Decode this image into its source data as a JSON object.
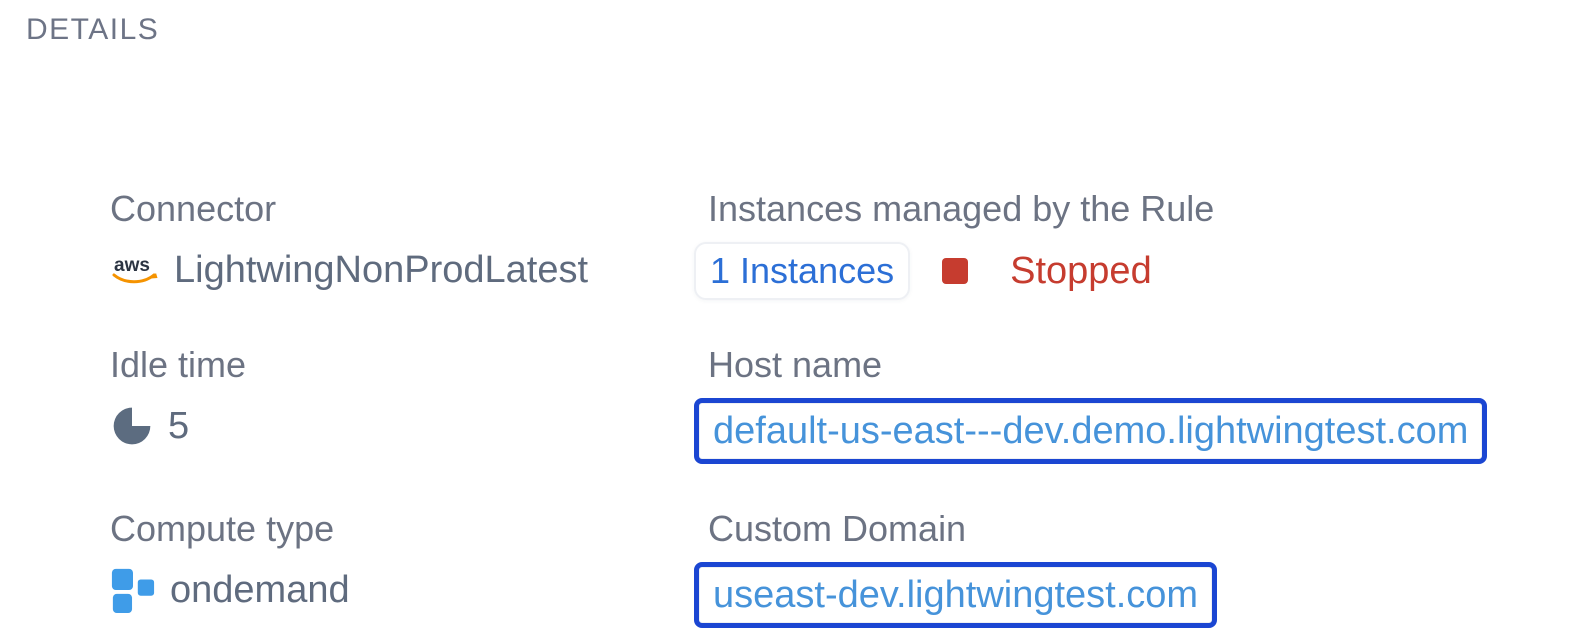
{
  "section_title": "DETAILS",
  "colors": {
    "label_gray": "#6c7383",
    "value_gray": "#5f6b7e",
    "title_gray": "#6d7486",
    "link_blue": "#2c6fd6",
    "status_red": "#c63c2f",
    "domain_border_blue": "#1b46d2",
    "domain_text_blue": "#4693da",
    "compute_icon_blue": "#3f9ce8",
    "pie_icon_slate": "#5c6c80",
    "aws_dark": "#2b3442",
    "aws_orange": "#f59300"
  },
  "fields": {
    "connector": {
      "label": "Connector",
      "icon": "aws-icon",
      "value": "LightwingNonProdLatest"
    },
    "idle_time": {
      "label": "Idle time",
      "icon": "pie-chart-icon",
      "value": "5"
    },
    "compute_type": {
      "label": "Compute type",
      "icon": "compute-squares-icon",
      "value": "ondemand"
    },
    "instances": {
      "label": "Instances managed by the Rule",
      "link_label": "1 Instances",
      "status_icon": "stopped-square-icon",
      "status": "Stopped"
    },
    "host_name": {
      "label": "Host name",
      "value": "default-us-east---dev.demo.lightwingtest.com"
    },
    "custom_domain": {
      "label": "Custom Domain",
      "value": "useast-dev.lightwingtest.com"
    }
  }
}
